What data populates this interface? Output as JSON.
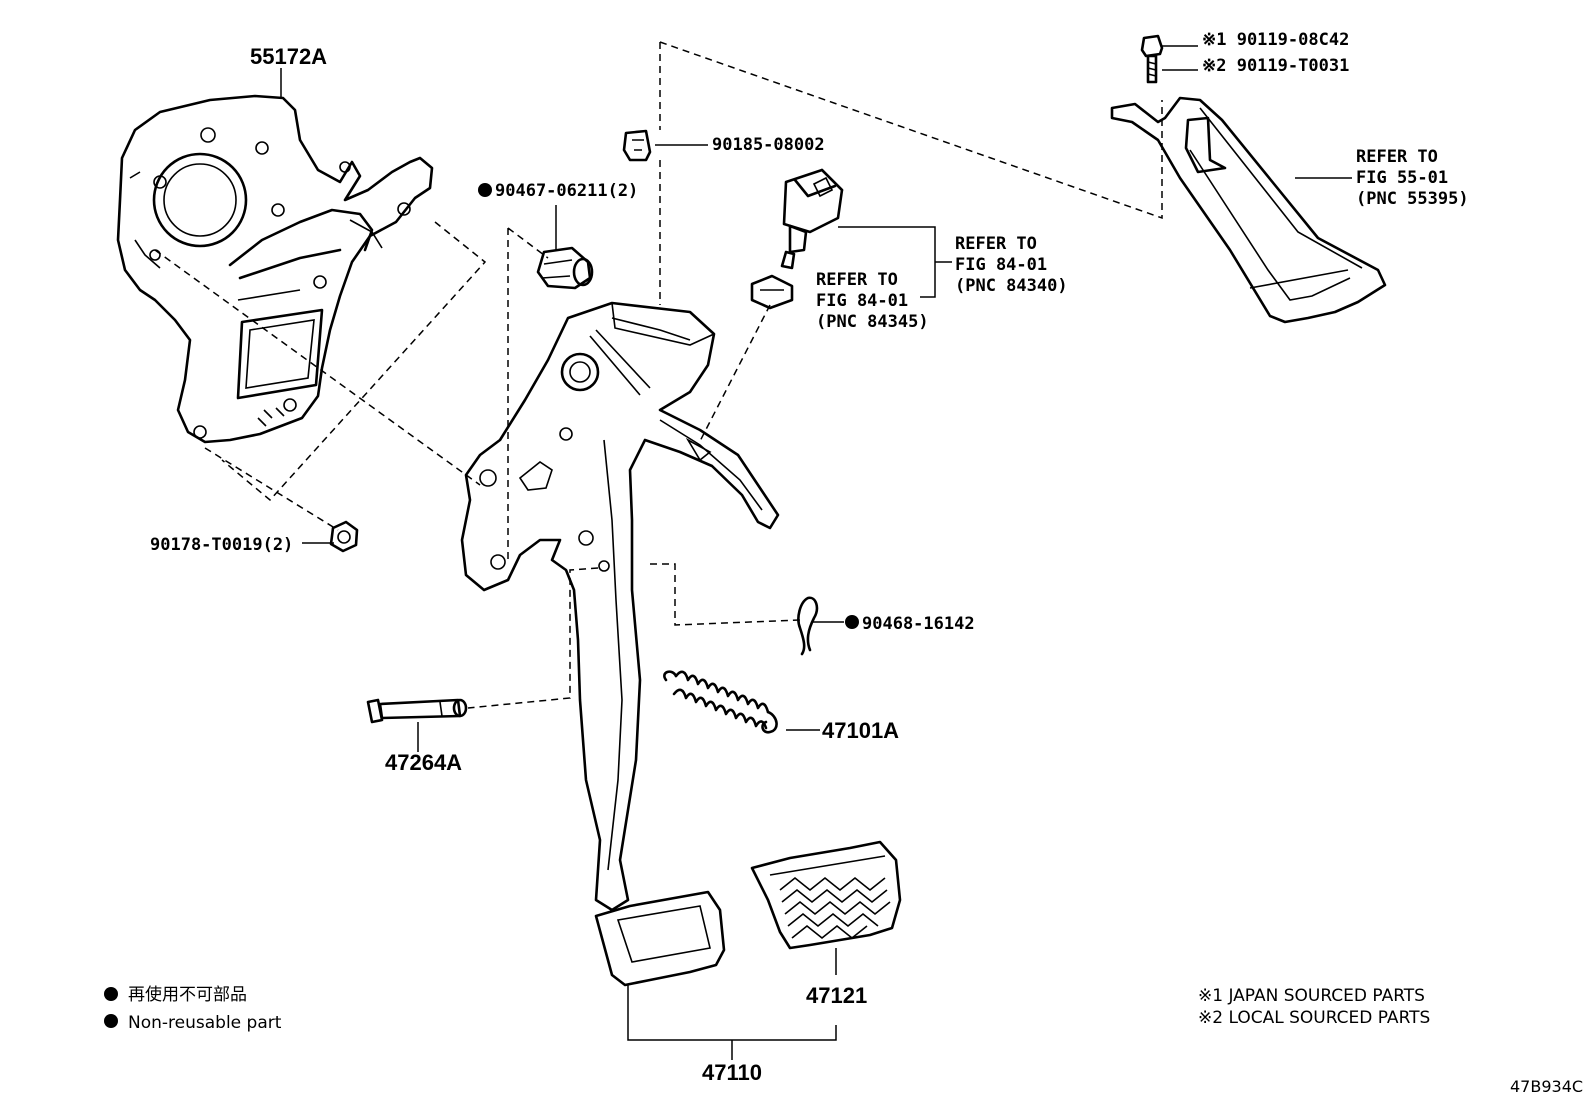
{
  "diagram": {
    "parts": {
      "p55172a": "55172A",
      "p90467": "90467-06211(2)",
      "p90185": "90185-08002",
      "p90119_1": "※1 90119-08C42",
      "p90119_2": "※2 90119-T0031",
      "ref55": [
        "REFER TO",
        "FIG 55-01",
        "(PNC 55395)"
      ],
      "ref84340": [
        "REFER TO",
        "FIG 84-01",
        "(PNC 84340)"
      ],
      "ref84345": [
        "REFER TO",
        "FIG 84-01",
        "(PNC 84345)"
      ],
      "p90178": "90178-T0019(2)",
      "p90468": "90468-16142",
      "p47101a": "47101A",
      "p47264a": "47264A",
      "p47121": "47121",
      "p47110": "47110"
    },
    "legend": {
      "line_jp": "再使用不可部品",
      "line_en": "Non-reusable part"
    },
    "notes": {
      "n1": "※1 JAPAN SOURCED PARTS",
      "n2": "※2 LOCAL SOURCED PARTS"
    },
    "figure_code": "47B934C"
  }
}
